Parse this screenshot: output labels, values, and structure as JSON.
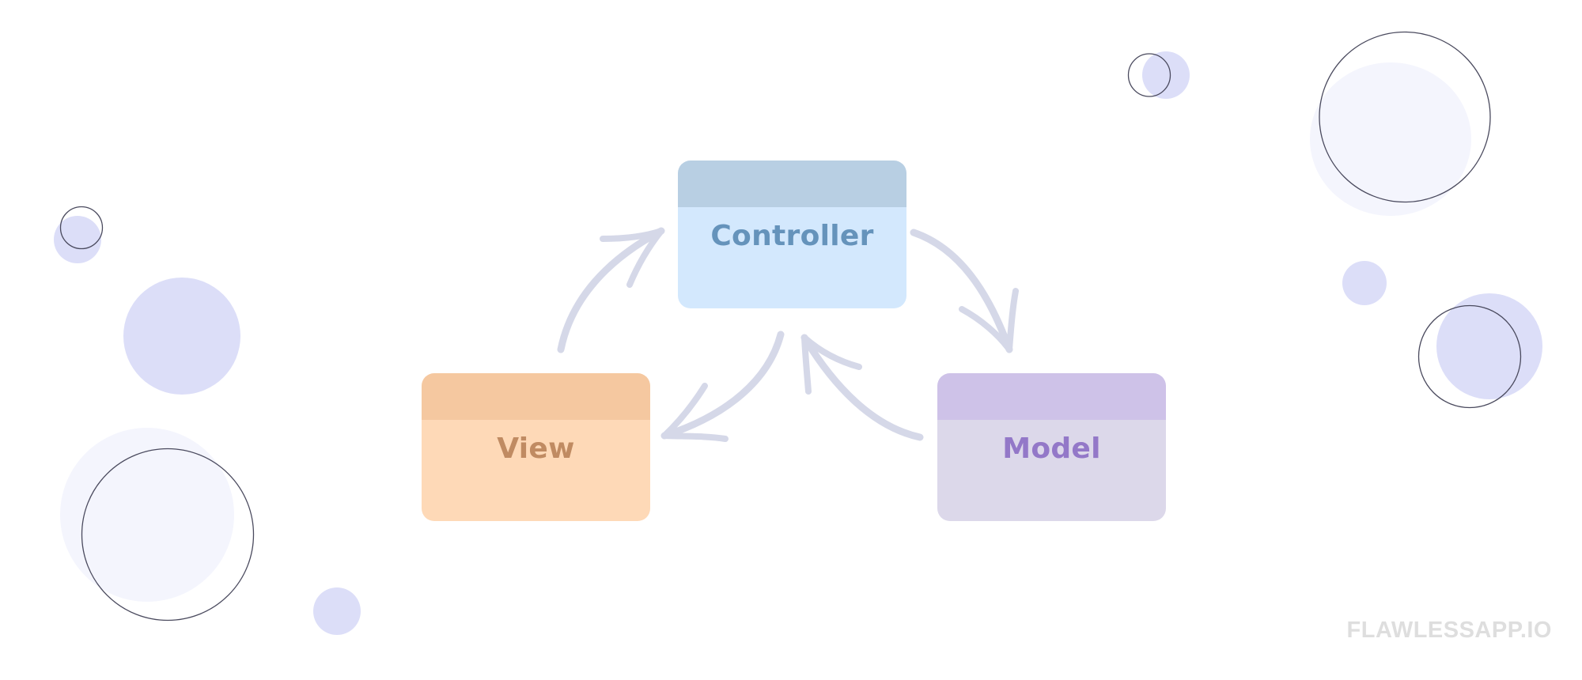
{
  "diagram": {
    "title": "MVC pattern",
    "nodes": [
      {
        "id": "controller",
        "label": "Controller",
        "header_color": "#b8cfe3",
        "body_color": "#d3e8fd",
        "text_color": "#6593bb"
      },
      {
        "id": "view",
        "label": "View",
        "header_color": "#f5c8a0",
        "body_color": "#fed9b7",
        "text_color": "#c08b62"
      },
      {
        "id": "model",
        "label": "Model",
        "header_color": "#cec2e8",
        "body_color": "#dcd8ea",
        "text_color": "#9378c8"
      }
    ],
    "edges": [
      {
        "from": "view",
        "to": "controller"
      },
      {
        "from": "controller",
        "to": "model"
      },
      {
        "from": "controller",
        "to": "view"
      },
      {
        "from": "model",
        "to": "controller"
      }
    ],
    "arrow_color": "#d5d8e8"
  },
  "decor": {
    "fill_color": "#dcdef8",
    "pale_fill_color": "#f4f5fd",
    "outline_color": "#4a4a5e"
  },
  "watermark": {
    "text": "FLAWLESSAPP.IO",
    "color": "#dedede"
  }
}
